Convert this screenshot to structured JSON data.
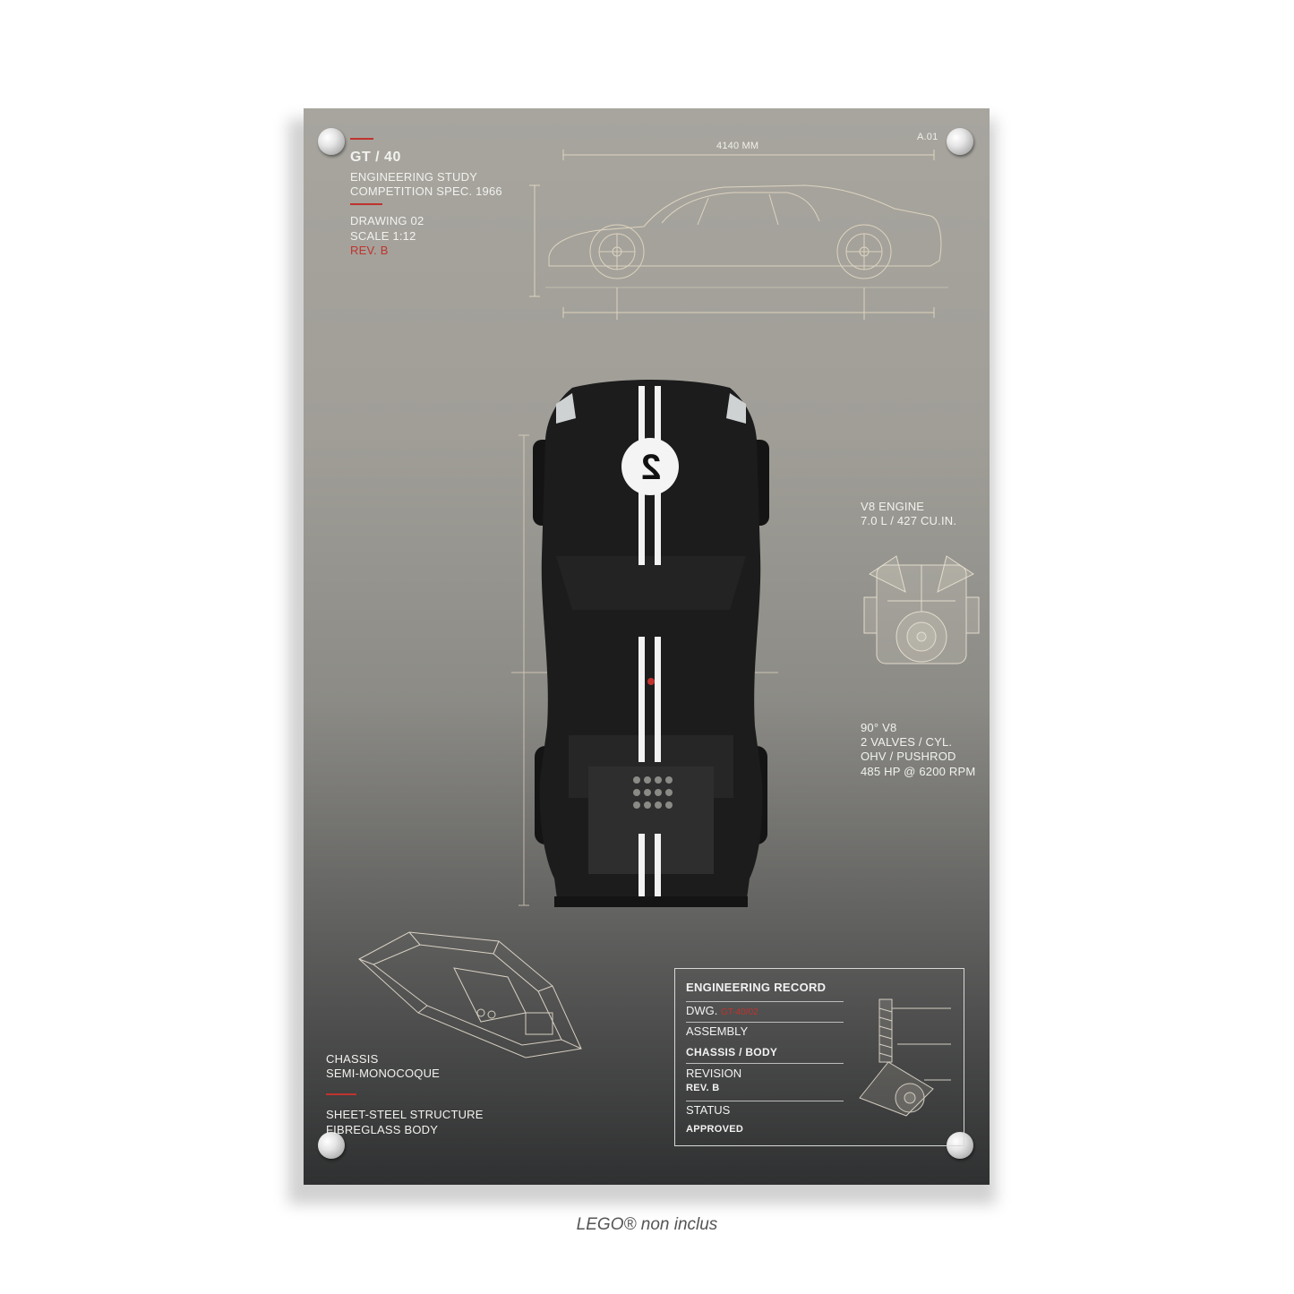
{
  "poster": {
    "model": "GT / 40",
    "study_line1": "ENGINEERING STUDY",
    "study_line2": "COMPETITION SPEC. 1966",
    "drawing": "DRAWING 02",
    "scale": "SCALE 1:12",
    "rev": "REV. B",
    "sheet_ref": "A.01",
    "length_dim": "4140 MM",
    "car_number": "2",
    "engine_title": "V8 ENGINE",
    "engine_disp": "7.0 L / 427 CU.IN.",
    "engine_spec1": "90° V8",
    "engine_spec2": "2 VALVES / CYL.",
    "engine_spec3": "OHV / PUSHROD",
    "engine_spec4": "485 HP @ 6200 RPM",
    "chassis_title1": "CHASSIS",
    "chassis_title2": "SEMI-MONOCOQUE",
    "chassis_note1": "SHEET-STEEL STRUCTURE",
    "chassis_note2": "FIBREGLASS BODY"
  },
  "record": {
    "header": "ENGINEERING RECORD",
    "dwg_label": "DWG.",
    "dwg_value": "GT-40/02",
    "assembly_label": "ASSEMBLY",
    "assembly_value": "CHASSIS / BODY",
    "revision_label": "REVISION",
    "revision_value": "REV. B",
    "status_label": "STATUS",
    "status_value": "APPROVED"
  },
  "caption": "LEGO® non inclus",
  "colors": {
    "accent_red": "#c0332e",
    "panel_top": "#a7a59e",
    "panel_bottom": "#2f3031"
  }
}
